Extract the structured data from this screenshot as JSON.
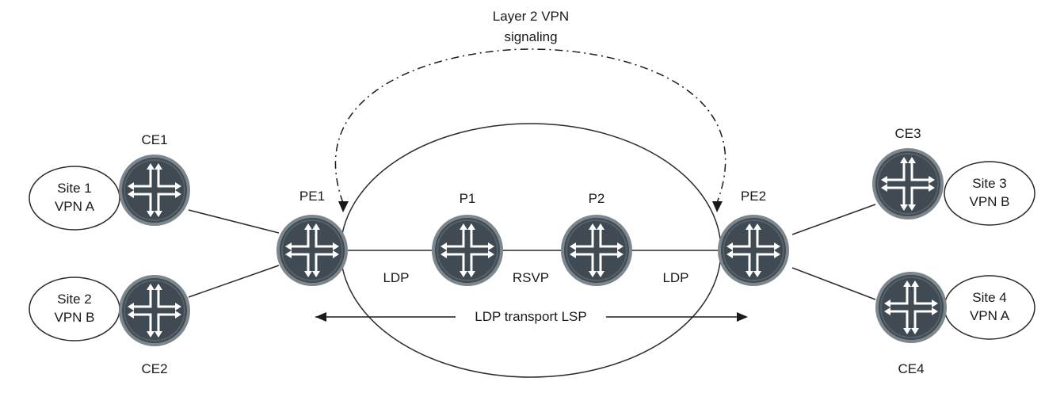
{
  "colors": {
    "router_body": "#3f4a52",
    "router_ring": "#7c868d",
    "router_arrow": "#ffffff",
    "line": "#2a2a2a",
    "text": "#1a1a1a"
  },
  "signaling": {
    "line1": "Layer 2 VPN",
    "line2": "signaling"
  },
  "routers": {
    "ce1": "CE1",
    "ce2": "CE2",
    "ce3": "CE3",
    "ce4": "CE4",
    "pe1": "PE1",
    "pe2": "PE2",
    "p1": "P1",
    "p2": "P2"
  },
  "sites": {
    "site1": {
      "line1": "Site 1",
      "line2": "VPN A"
    },
    "site2": {
      "line1": "Site 2",
      "line2": "VPN B"
    },
    "site3": {
      "line1": "Site 3",
      "line2": "VPN B"
    },
    "site4": {
      "line1": "Site 4",
      "line2": "VPN A"
    }
  },
  "links": {
    "pe1_p1": "LDP",
    "p1_p2": "RSVP",
    "p2_pe2": "LDP"
  },
  "transport": "LDP transport LSP"
}
